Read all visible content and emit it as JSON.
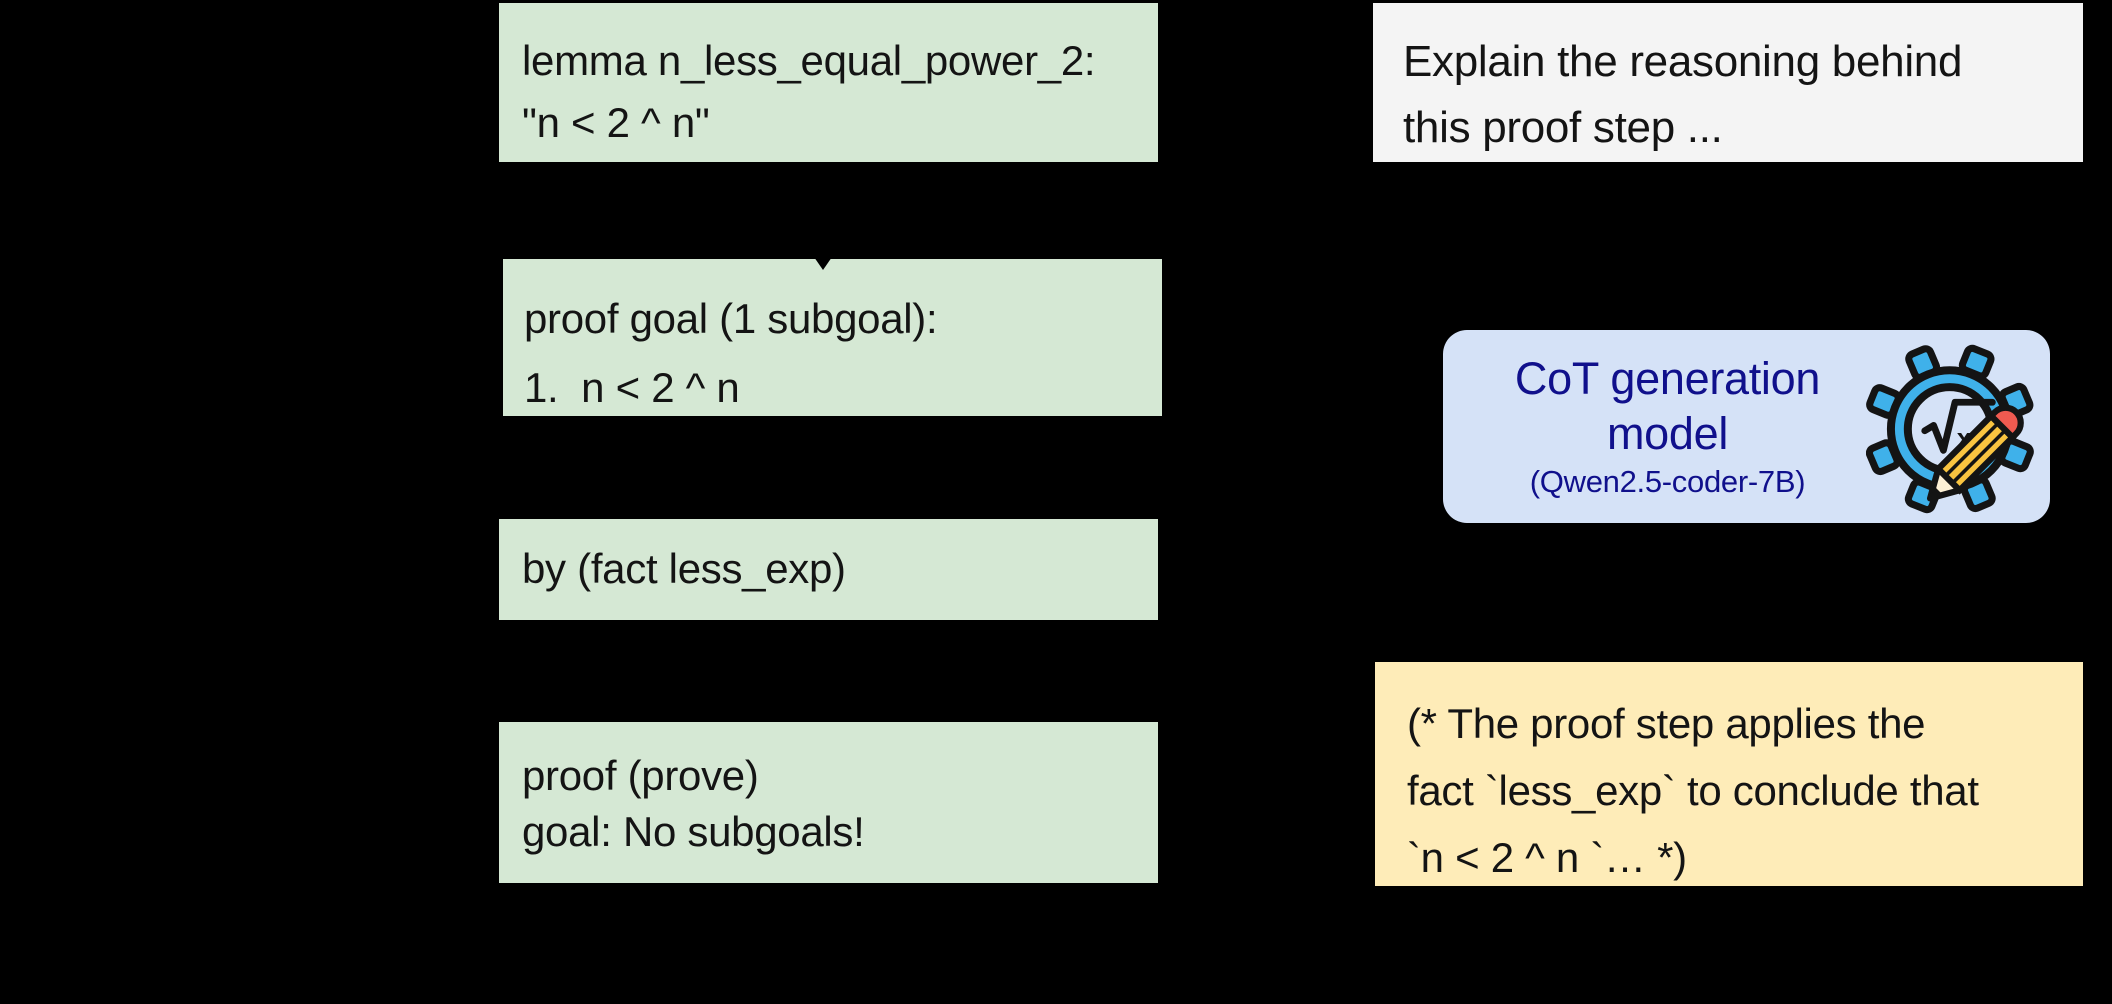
{
  "figure": {
    "background_color": "#000000",
    "text_color": "#141414"
  },
  "proof_column": {
    "fill": "#d5e8d4",
    "lemma_box": {
      "line1": "lemma n_less_equal_power_2:",
      "line2": "\"n < 2 ^ n\""
    },
    "goal_box": {
      "line1": "proof goal (1 subgoal):",
      "line2": "1.  n < 2 ^ n"
    },
    "tactic_box": {
      "line1": "by (fact less_exp)"
    },
    "result_box": {
      "line1": "proof (prove)",
      "line2": "goal: No subgoals!"
    }
  },
  "pipeline_column": {
    "prompt_box": {
      "fill": "#f4f4f4",
      "line1": "Explain the reasoning behind",
      "line2": "this proof step ..."
    },
    "model_box": {
      "fill": "#d5e2f7",
      "text_color": "#10108c",
      "title_line1": "CoT generation",
      "title_line2": "model",
      "subtitle": "(Qwen2.5-coder-7B)",
      "icon": "math-gear-pencil-icon",
      "icon_colors": {
        "gear_blue": "#3fb1ea",
        "pencil_yellow": "#f9c440",
        "pencil_cap_red": "#f05a50",
        "outline": "#141414"
      }
    },
    "output_box": {
      "fill": "#feecb8",
      "line1": "(* The proof step applies the",
      "line2": "fact `less_exp` to conclude that",
      "line3": "`n < 2 ^ n `… *)"
    }
  }
}
